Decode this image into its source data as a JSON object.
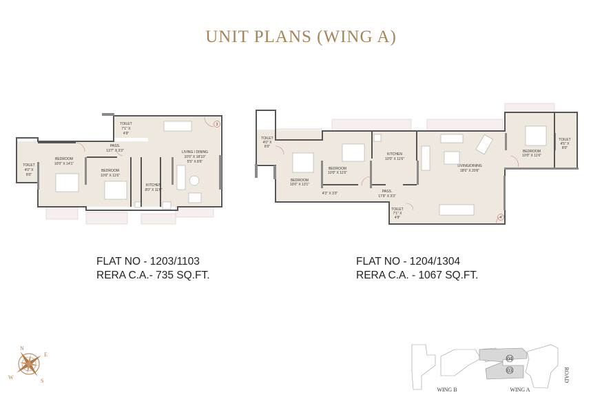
{
  "title": "UNIT PLANS (WING A)",
  "plans": [
    {
      "flat_no": "FLAT NO - 1203/1103",
      "rera": "RERA C.A.- 735 SQ.FT.",
      "unit_marker": "3",
      "rooms": {
        "toilet_top": [
          "TOILET",
          "7'1\" X",
          "4'9\""
        ],
        "toilet_left": [
          "TOILET",
          "4'0\" X",
          "8'0\""
        ],
        "bedroom1": [
          "BEDROOM",
          "10'0\" X 14'1\""
        ],
        "bedroom2": [
          "BEDROOM",
          "10'0\" X 11'6\""
        ],
        "pass": [
          "PASS.",
          "13'7\" X 3'3\""
        ],
        "kitchen": [
          "KITCHEN",
          "8'0\" X 11'6\""
        ],
        "living": [
          "LIVING / DINING",
          "10'0\" X 18'10\"",
          "5'5\" X 8'6\""
        ]
      }
    },
    {
      "flat_no": "FLAT NO - 1204/1304",
      "rera": "RERA C.A. - 1067 SQ.FT.",
      "unit_marker": "4",
      "rooms": {
        "toilet_left": [
          "TOILET",
          "4'0\" X",
          "8'0\""
        ],
        "bedroom_left": [
          "BEDROOM",
          "10'0\" X 13'1\""
        ],
        "bedroom_mid": [
          "BEDROOM",
          "10'0\" X 11'6\""
        ],
        "kitchen": [
          "KITCHEN",
          "10'0\" X 11'6\""
        ],
        "living": [
          "LIVING/DINING",
          "18'6\" X 20'6\""
        ],
        "bedroom_right": [
          "BEDROOM",
          "10'0\" X 11'6\""
        ],
        "toilet_right": [
          "TOILET",
          "4'5\" X",
          "8'0\""
        ],
        "lobby": "4'3\" X 3'3\"",
        "pass": [
          "PASS.",
          "17'9\" X 3'3\""
        ],
        "toilet_bottom": [
          "TOILET",
          "7'1\" X",
          "4'9\""
        ]
      }
    }
  ],
  "compass": {
    "n": "N",
    "e": "E",
    "s": "S",
    "w": "W"
  },
  "key_plan": {
    "units": [
      "04",
      "03"
    ],
    "wings": [
      "WING B",
      "WING A"
    ],
    "road": "ROAD"
  },
  "colors": {
    "title": "#a6845a",
    "floor": "#efe8df",
    "compass": "#b07a4a"
  }
}
